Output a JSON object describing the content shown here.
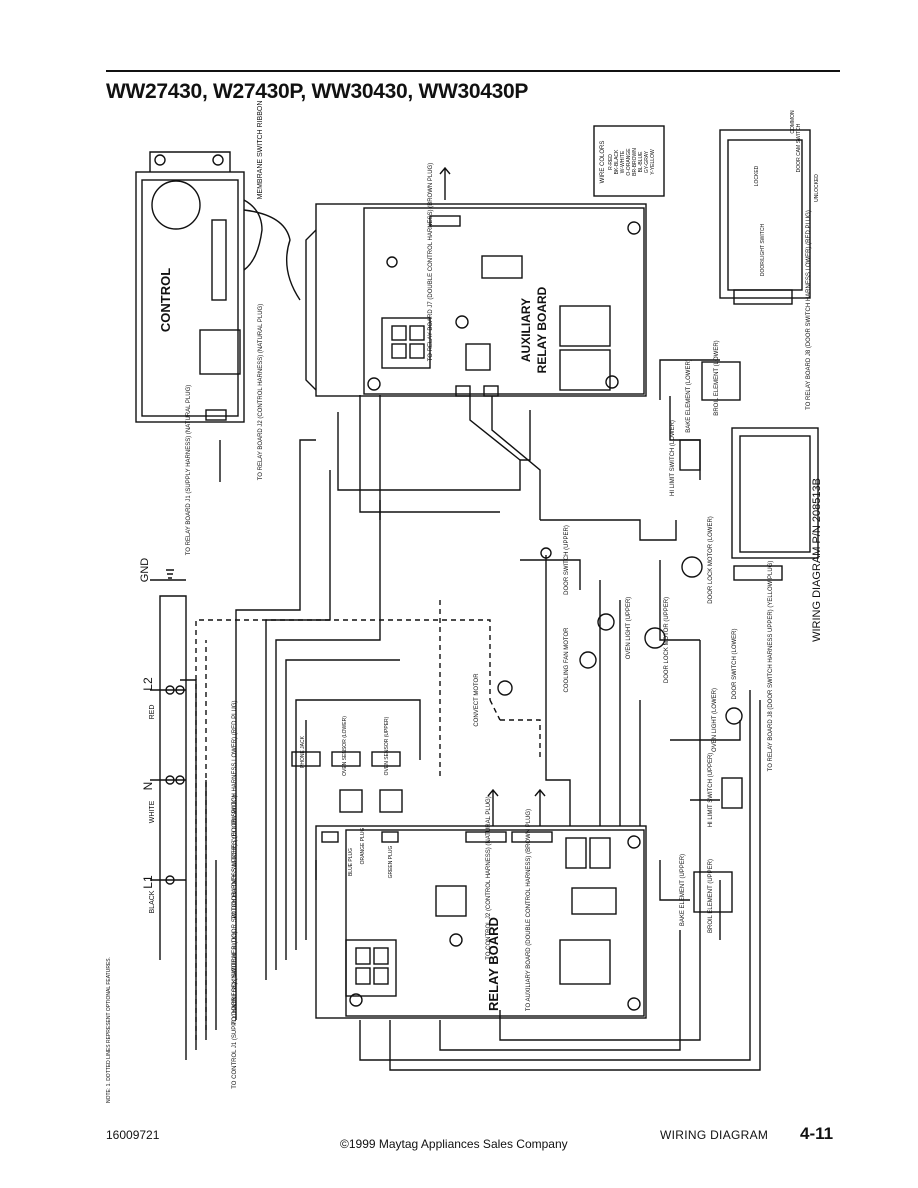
{
  "header": {
    "title": "WW27430, W27430P, WW30430, WW30430P"
  },
  "footer": {
    "doc_number": "16009721",
    "copyright": "©1999 Maytag Appliances Sales Company",
    "section": "WIRING DIAGRAM",
    "page": "4-11"
  },
  "diagram": {
    "control_label": "CONTROL",
    "membrane_label": "MEMBRANE SWITCH RIBBON",
    "relay_board_label": "RELAY BOARD",
    "aux_relay_label": "AUXILIARY",
    "aux_relay_label2": "RELAY BOARD",
    "wiring_diagram_pn": "WIRING DIAGRAM P/N 208513B",
    "terminals": {
      "gnd": "GND",
      "l2": "L2",
      "l2_color": "RED",
      "n": "N",
      "n_color": "WHITE",
      "l1": "L1",
      "l1_color": "BLACK"
    },
    "wire_colors": {
      "heading": "WIRE COLORS",
      "items": [
        "R-RED",
        "BK-BLACK",
        "W-WHITE",
        "O-ORANGE",
        "BR-BROWN",
        "BL-BLUE",
        "GY-GRAY",
        "Y-YELLOW"
      ]
    },
    "connector_notes": {
      "to_relay_j1": "TO RELAY BOARD J1 (SUPPLY HARNESS) (NATURAL PLUG)",
      "to_relay_j2": "TO RELAY BOARD J2 (CONTROL HARNESS) (NATURAL PLUG)",
      "to_relay_j7": "TO RELAY BOARD J7 (DOUBLE CONTROL HARNESS) (BROWN PLUG)",
      "to_relay_j8_red": "TO RELAY BOARD J8 (DOOR SWITCH HARNESS LOWER) (RED PLUG)",
      "to_relay_j8_yellow": "TO RELAY BOARD J8 (DOOR SWITCH HARNESS UPPER) (YELLOW PLUG)",
      "to_door_lock_red": "TO DOOR LOCK SWITCHES (DOOR SWITCH HARNESS LOWER) (RED PLUG)",
      "to_door_lock_yellow": "TO DOOR LOCK SWITCHES (DOOR SWITCH HARNESS UPPER) (YELLOW PLUG)",
      "to_control_j1": "TO CONTROL J1 (SUPPLY HARNESS) (NATURAL PLUG)",
      "to_control_j2": "TO CONTROL J2 (CONTROL HARNESS) (NATURAL PLUG)",
      "to_aux_board": "TO AUXILIARY BOARD (DOUBLE CONTROL HARNESS) (BROWN PLUG)"
    },
    "components": {
      "convect_motor": "CONVECT MOTOR",
      "cooling_fan": "COOLING FAN MOTOR",
      "oven_light_upper": "OVEN LIGHT (UPPER)",
      "oven_light_lower": "OVEN LIGHT (LOWER)",
      "door_lock_motor_upper": "DOOR LOCK MOTOR (UPPER)",
      "door_lock_motor_lower": "DOOR LOCK MOTOR (LOWER)",
      "door_switch_upper": "DOOR SWITCH (UPPER)",
      "door_switch_lower": "DOOR SWITCH (LOWER)",
      "hi_limit_upper": "HI LIMIT SWITCH (UPPER)",
      "hi_limit_lower": "HI LIMIT SWITCH (LOWER)",
      "bake_upper": "BAKE ELEMENT (UPPER)",
      "broil_upper": "BROIL ELEMENT (UPPER)",
      "bake_lower": "BAKE ELEMENT (LOWER)",
      "broil_lower": "BROIL ELEMENT (LOWER)",
      "phone_jack": "PHONE JACK",
      "oven_sensor_lower": "OVEN SENSOR (LOWER)",
      "oven_sensor_upper": "OVEN SENSOR (UPPER)",
      "orange_plug": "ORANGE PLUG",
      "blue_plug": "BLUE PLUG",
      "green_plug": "GREEN PLUG",
      "common": "COMMON",
      "door_cam_switch": "DOOR CAM SWITCH",
      "locked": "LOCKED",
      "unlocked": "UNLOCKED",
      "door_light_switch": "DOOR/LIGHT SWITCH"
    },
    "note": "NOTE: 1. DOTTED LINES REPRESENT OPTIONAL FEATURES."
  }
}
